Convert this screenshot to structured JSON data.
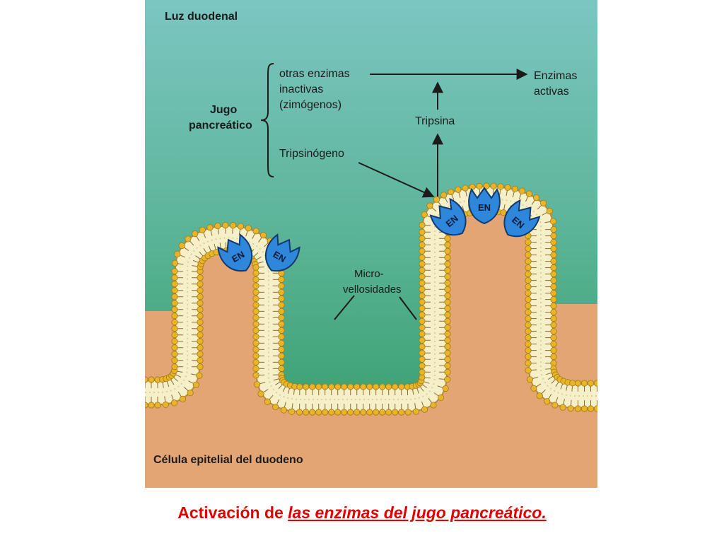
{
  "diagram": {
    "lumen_label": "Luz duodenal",
    "cell_label": "Célula epitelial del duodeno",
    "juice_label_line1": "Jugo",
    "juice_label_line2": "pancreático",
    "other_enzymes_line1": "otras enzimas",
    "other_enzymes_line2": "inactivas",
    "other_enzymes_line3": "(zimógenos)",
    "trypsinogen": "Tripsinógeno",
    "trypsin": "Tripsina",
    "active_enzymes_line1": "Enzimas",
    "active_enzymes_line2": "activas",
    "microvilli_line1": "Micro-",
    "microvilli_line2": "vellosidades",
    "enzyme_tag": "EN",
    "colors": {
      "lumen_top": "#7cc3bd",
      "lumen_bottom": "#3f9e6f",
      "cell": "#e3a574",
      "membrane_inner": "#f6f0c8",
      "lipid_head": "#e8b52a",
      "enzyme": "#2f87dc"
    }
  },
  "caption": {
    "prefix": "Activación de ",
    "emphasis": "las enzimas del jugo pancreático."
  }
}
